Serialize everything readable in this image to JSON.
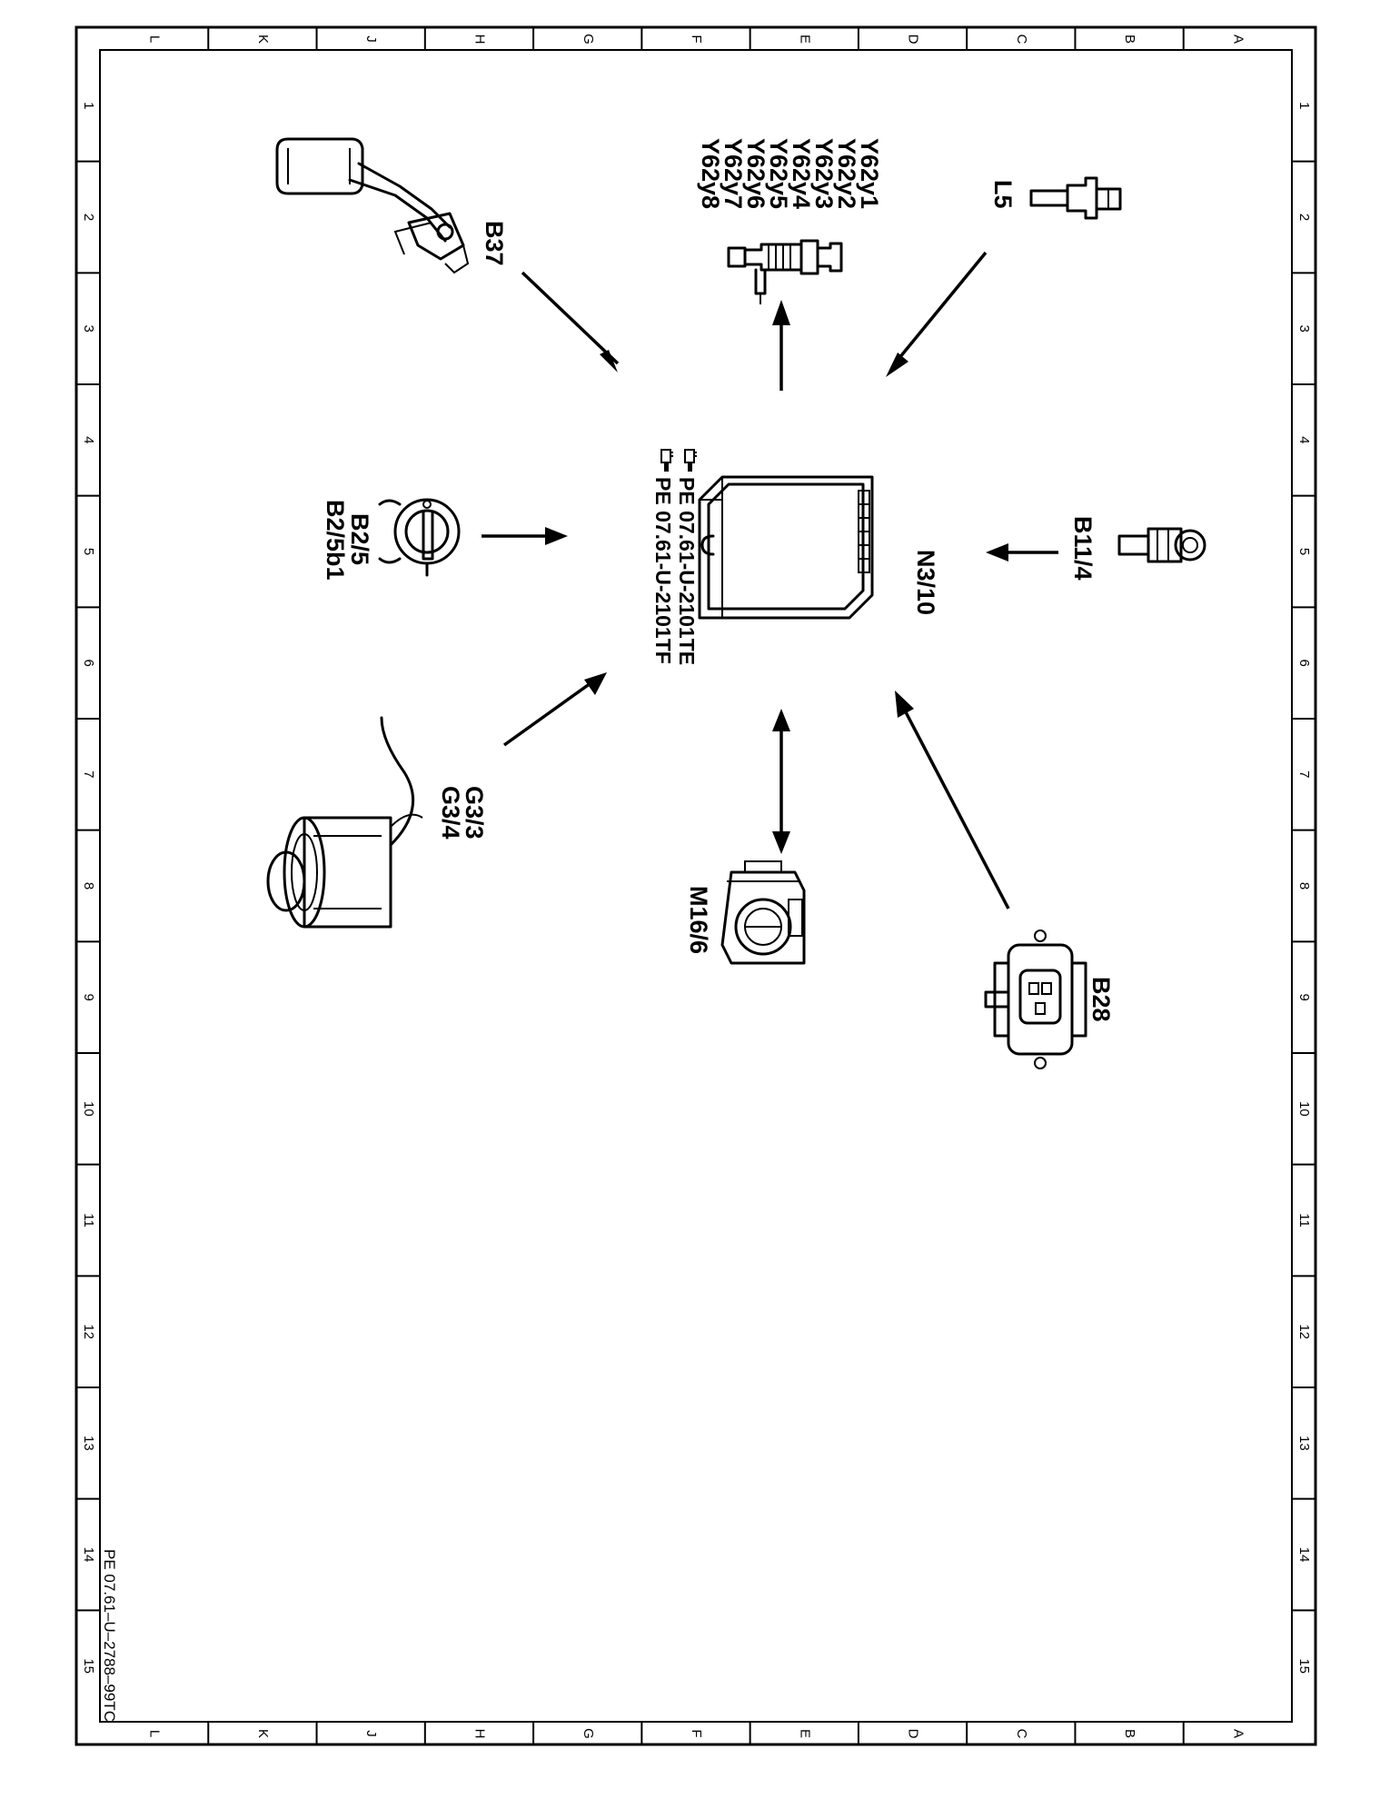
{
  "frame": {
    "column_letters": [
      "L",
      "K",
      "J",
      "H",
      "G",
      "F",
      "E",
      "D",
      "C",
      "B",
      "A"
    ],
    "row_numbers": [
      "1",
      "2",
      "3",
      "4",
      "5",
      "6",
      "7",
      "8",
      "9",
      "10",
      "11",
      "12",
      "13",
      "14",
      "15"
    ]
  },
  "drawing_code": "PE 07.61–U–2788–99TC",
  "components": {
    "n3_10": "N3/10",
    "b37": "B37",
    "y62_list": [
      "Y62y1",
      "Y62y2",
      "Y62y3",
      "Y62y4",
      "Y62y5",
      "Y62y6",
      "Y62y7",
      "Y62y8"
    ],
    "l5": "L5",
    "b2_5": "B2/5",
    "b2_5b1": "B2/5b1",
    "b11_4": "B11/4",
    "g3_3": "G3/3",
    "g3_4": "G3/4",
    "m16_6": "M16/6",
    "b28": "B28"
  },
  "references": [
    "PE 07.61-U-2101TE",
    "PE 07.61-U-2101TF"
  ],
  "icons": [
    "hand-pointer-icon"
  ]
}
